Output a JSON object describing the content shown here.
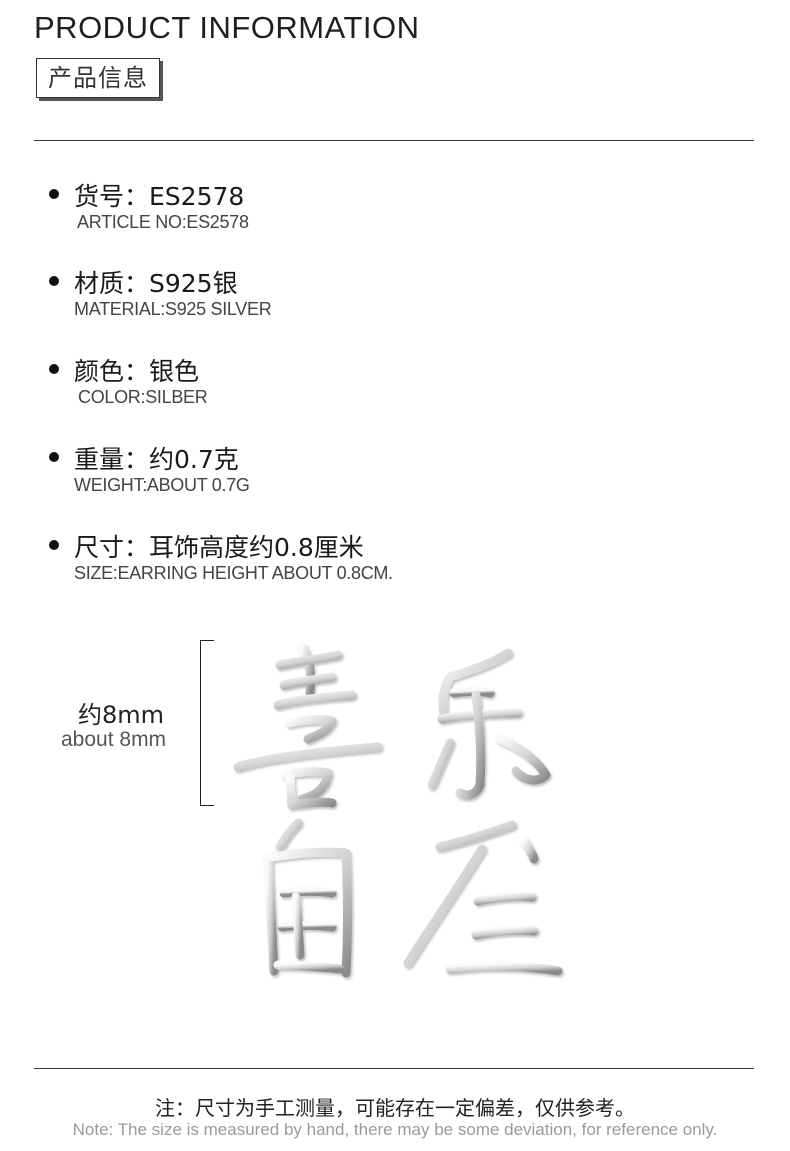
{
  "header": {
    "title": "PRODUCT INFORMATION",
    "subtitle_cn": "产品信息"
  },
  "specs": [
    {
      "cn": "货号：ES2578",
      "en": "ARTICLE NO:ES2578"
    },
    {
      "cn": "材质：S925银",
      "en": "MATERIAL:S925 SILVER"
    },
    {
      "cn": "颜色：银色",
      "en": "COLOR:SILBER"
    },
    {
      "cn": "重量：约0.7克",
      "en": "WEIGHT:ABOUT 0.7G"
    },
    {
      "cn": "尺寸：耳饰高度约0.8厘米",
      "en": "SIZE:EARRING HEIGHT ABOUT 0.8CM."
    }
  ],
  "size_annotation": {
    "cn": "约8mm",
    "en": "about 8mm"
  },
  "note": {
    "cn": "注：尺寸为手工测量，可能存在一定偏差，仅供参考。",
    "en": "Note: The size is measured by hand, there may be some deviation, for reference only."
  },
  "colors": {
    "text": "#222222",
    "note_gray": "#9a9a9a",
    "silver_light": "#fafafa",
    "silver_dark": "#8a8a8a"
  }
}
